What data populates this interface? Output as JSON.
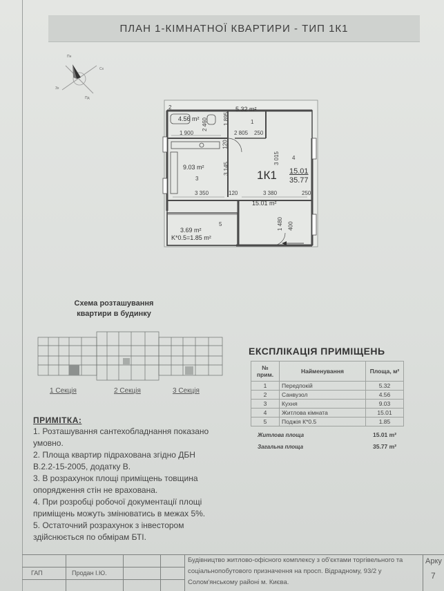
{
  "title": "ПЛАН 1-КІМНАТНОЇ КВАРТИРИ - ТИП 1К1",
  "compass": {
    "n": "Пн",
    "e": "Сх",
    "w": "Зх",
    "s": "Пд"
  },
  "plan": {
    "areas": {
      "bath": "4.56 m²",
      "hall": "5.32 m²",
      "kitchen": "9.03 m²",
      "living": "15.01 m²",
      "loggia": "3.69 m²",
      "loggia_coef": "K*0.5=1.85 m²"
    },
    "room_numbers": [
      "1",
      "2",
      "3",
      "4",
      "5"
    ],
    "dims": {
      "d1900": "1 900",
      "d2460": "2 460",
      "d1895": "1 895",
      "d2805": "2 805",
      "d250a": "250",
      "d120a": "120",
      "d3145": "3 145",
      "d3015": "3 015",
      "d3350": "3 350",
      "d120b": "120",
      "d3380": "3 380",
      "d250b": "250",
      "d1480": "1 480",
      "d400": "400"
    },
    "unit_label": "1К1",
    "unit_living": "15.01",
    "unit_total": "35.77"
  },
  "scheme": {
    "title_line1": "Схема розташування",
    "title_line2": "квартири в будинку",
    "sections": [
      "1 Секція",
      "2 Секція",
      "3 Секція"
    ]
  },
  "explication": {
    "title": "ЕКСПЛІКАЦІЯ ПРИМІЩЕНЬ",
    "headers": {
      "num": "№ прим.",
      "name": "Найменування",
      "area": "Площа, м²"
    },
    "rows": [
      {
        "num": "1",
        "name": "Передпокій",
        "area": "5.32"
      },
      {
        "num": "2",
        "name": "Санвузол",
        "area": "4.56"
      },
      {
        "num": "3",
        "name": "Кухня",
        "area": "9.03"
      },
      {
        "num": "4",
        "name": "Житлова кімната",
        "area": "15.01"
      },
      {
        "num": "5",
        "name": "Поджія К*0.5",
        "area": "1.85"
      }
    ],
    "living_label": "Житлова площа",
    "living_value": "15.01 m²",
    "total_label": "Загальна площа",
    "total_value": "35.77 m²"
  },
  "notes": {
    "heading": "ПРИМІТКА:",
    "items": [
      "1. Розташування сантехобладнання показано умовно.",
      "2. Площа квартир підрахована згідно ДБН В.2.2-15-2005, додатку В.",
      "3. В розрахунок площі приміщень товщина опорядження стін не врахована.",
      "4. При розробці робочої документації площі приміщень можуть змінюватись в межах 5%.",
      "5. Остаточний розрахунок з інвестором здійснюється по обмірам БТІ."
    ]
  },
  "footer": {
    "role": "ГАП",
    "person": "Продан І.Ю.",
    "description": "Будівництво житлово-офісного комплексу з об'єктами торгівельного та соціальнопобутового призначення на просп. Відрадному, 93/2 у Солом'янському районі м. Києва.",
    "sheet_label": "Арку",
    "sheet_number": "7"
  }
}
